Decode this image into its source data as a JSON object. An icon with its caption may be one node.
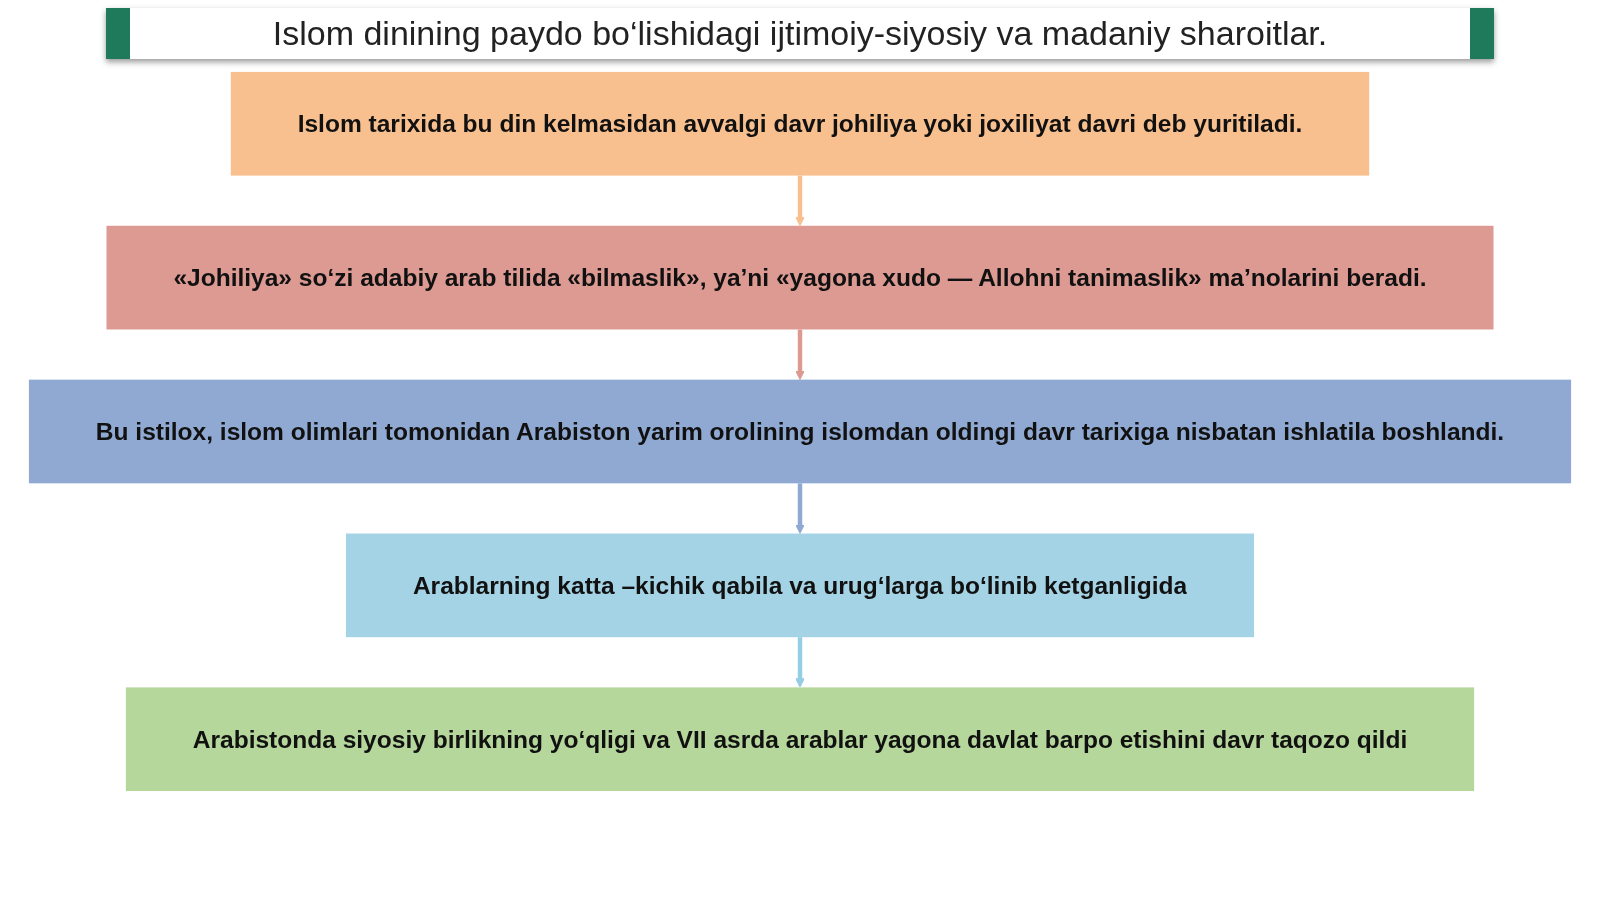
{
  "diagram": {
    "title": "Islom dinining paydo bo‘lishidagi ijtimoiy-siyosiy va madaniy sharoitlar.",
    "nodes": [
      {
        "text": [
          "Islom tarixida bu din kelmasidan avvalgi davr johiliya yoki joxiliyat davri deb yuritiladi."
        ]
      },
      {
        "text": [
          "«Johiliya» so‘zi adabiy arab tilida «bilmaslik», ya’ni «yagona xudo — Allohni tanimaslik» ma’nolarini beradi."
        ]
      },
      {
        "text": [
          "Bu istilox, islom olimlari tomonidan Arabiston yarim orolining islomdan oldingi davr tarixiga nisbatan ishlatila boshlandi."
        ]
      },
      {
        "text": [
          "Arablarning katta –kichik qabila va urug‘larga bo‘linib ketganligida"
        ]
      },
      {
        "text": [
          "Arabistonda siyosiy birlikning yo‘qligi va VII asrda arablar yagona davlat barpo etishini davr taqozo qildi"
        ]
      }
    ],
    "edges": [
      {
        "from": 0,
        "to": 1,
        "arrow": "to",
        "color": "#f9c08f"
      },
      {
        "from": 1,
        "to": 2,
        "arrow": "to",
        "color": "#dc9a92"
      },
      {
        "from": 2,
        "to": 3,
        "arrow": "to",
        "color": "#8fa9d2"
      },
      {
        "from": 3,
        "to": 4,
        "arrow": "to",
        "color": "#95cde4"
      }
    ]
  }
}
